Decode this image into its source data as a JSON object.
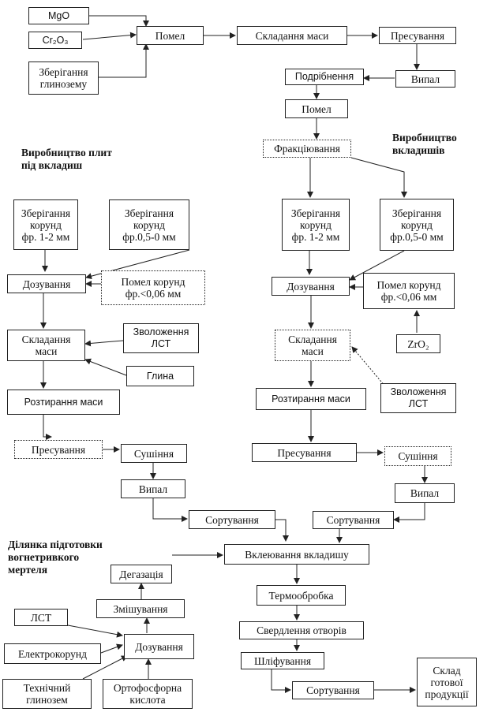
{
  "headings": {
    "plates": "Виробництво плит\nпід вкладиш",
    "inserts": "Виробництво\nвкладишів",
    "mortar": "Ділянка підготовки\nвогнетривкого\nмертеля"
  },
  "top": {
    "mgo": "MgO",
    "cr2o3": "Cr₂O₃",
    "alumina_storage": "Зберігання\nглинозему",
    "mill": "Помел",
    "mixing": "Складання маси",
    "pressing": "Пресування",
    "firing": "Випал",
    "crushing": "Подрібнення",
    "mill2": "Помел",
    "fractionation": "Фракціювання"
  },
  "left": {
    "storage_corundum_1_2": "Зберігання\nкорунд\nфр. 1-2 мм",
    "storage_corundum_05_0": "Зберігання\nкорунд\nфр.0,5-0 мм",
    "dosing": "Дозування",
    "mill_corundum": "Помел корунд\nфр.<0,06 мм",
    "mixing": "Складання\nмаси",
    "moistening": "Зволоження\nЛСТ",
    "clay": "Глина",
    "grinding": "Розтирання маси",
    "pressing": "Пресування",
    "drying": "Сушіння",
    "firing": "Випал",
    "sorting": "Сортування"
  },
  "right": {
    "storage_corundum_1_2": "Зберігання\nкорунд\nфр. 1-2 мм",
    "storage_corundum_05_0": "Зберігання\nкорунд\nфр.0,5-0 мм",
    "dosing": "Дозування",
    "mill_corundum": "Помел корунд\nфр.<0,06 мм",
    "zro2": "ZrO₂",
    "mixing": "Складання\nмаси",
    "moistening": "Зволоження\nЛСТ",
    "grinding": "Розтирання маси",
    "pressing": "Пресування",
    "drying": "Сушіння",
    "firing": "Випал",
    "sorting": "Сортування"
  },
  "bottom": {
    "gluing": "Вклеювання вкладишу",
    "heat_treatment": "Термообробка",
    "drilling": "Свердлення отворів",
    "polishing": "Шліфування",
    "sorting": "Сортування",
    "warehouse": "Склад\nготової\nпродукції"
  },
  "mortar": {
    "degassing": "Дегазація",
    "mixing": "Змішування",
    "dosing": "Дозування",
    "lst": "ЛСТ",
    "electrocorundum": "Електрокорунд",
    "tech_alumina": "Технічний\nглинозем",
    "orthophosphoric": "Ортофосфорна\nкислота"
  },
  "colors": {
    "line": "#222222",
    "background": "#ffffff"
  }
}
